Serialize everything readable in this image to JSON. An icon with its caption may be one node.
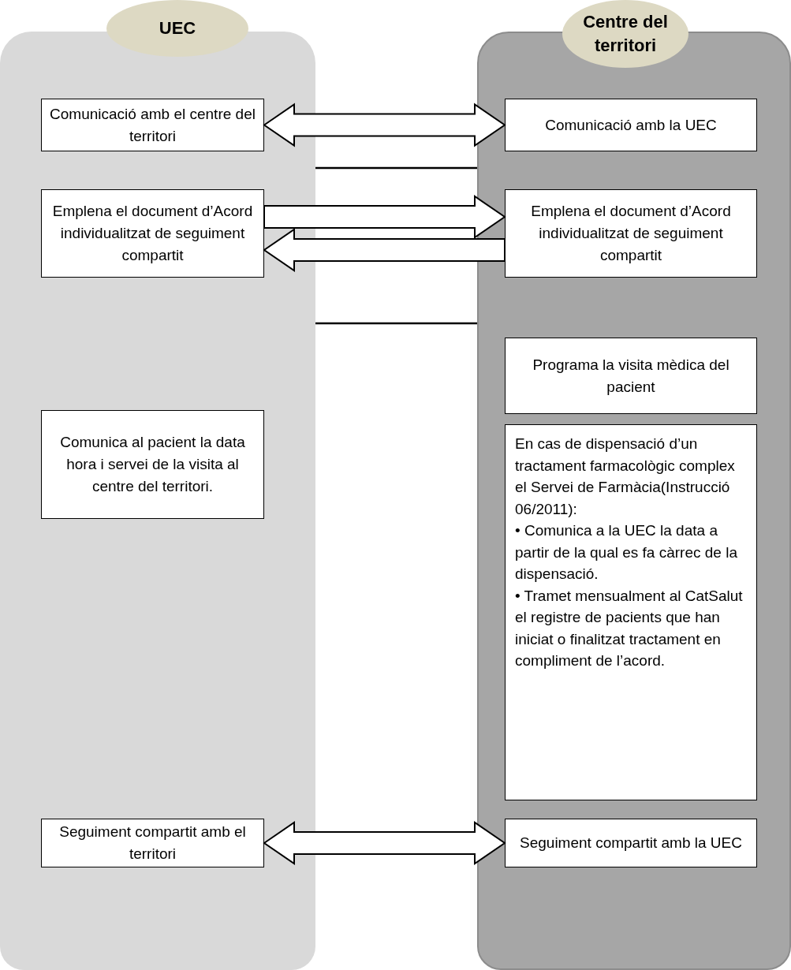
{
  "diagram": {
    "nodes": [
      {
        "text": [
          "UEC"
        ]
      },
      {
        "text": [
          "Centre del territori"
        ]
      },
      {
        "text": [
          "Comunicació amb el centre del territori"
        ],
        "in": 0
      },
      {
        "text": [
          "Comunicació amb la UEC"
        ],
        "in": 1
      },
      {
        "text": [
          "Emplena el document d’Acord individualitzat de seguiment compartit"
        ],
        "in": 0
      },
      {
        "text": [
          "Emplena el document d’Acord individualitzat de seguiment compartit"
        ],
        "in": 1
      },
      {
        "text": [
          "Programa la visita mèdica del pacient"
        ],
        "in": 1
      },
      {
        "text": [
          "Comunica al pacient la data hora i servei de la visita al centre del territori."
        ],
        "in": 0
      },
      {
        "text": [
          "En cas de dispensació d’un tractament farmacològic complex el Servei de Farmàcia(Instrucció 06/2011):",
          "• Comunica a la UEC la data a partir de la qual es fa càrrec de la dispensació.",
          "• Tramet mensualment al CatSalut el registre de pacients que han iniciat o finalitzat tractament en compliment de l’acord."
        ],
        "in": 1
      },
      {
        "text": [
          "Seguiment compartit amb el territori"
        ],
        "in": 0
      },
      {
        "text": [
          "Seguiment compartit amb la UEC"
        ],
        "in": 1
      }
    ],
    "edges": [
      {
        "from": 2,
        "to": 3,
        "arrow": "both"
      },
      {
        "from": 4,
        "to": 5,
        "arrow": "to"
      },
      {
        "from": 5,
        "to": 4,
        "arrow": "to"
      },
      {
        "from": 9,
        "to": 10,
        "arrow": "both"
      }
    ]
  }
}
